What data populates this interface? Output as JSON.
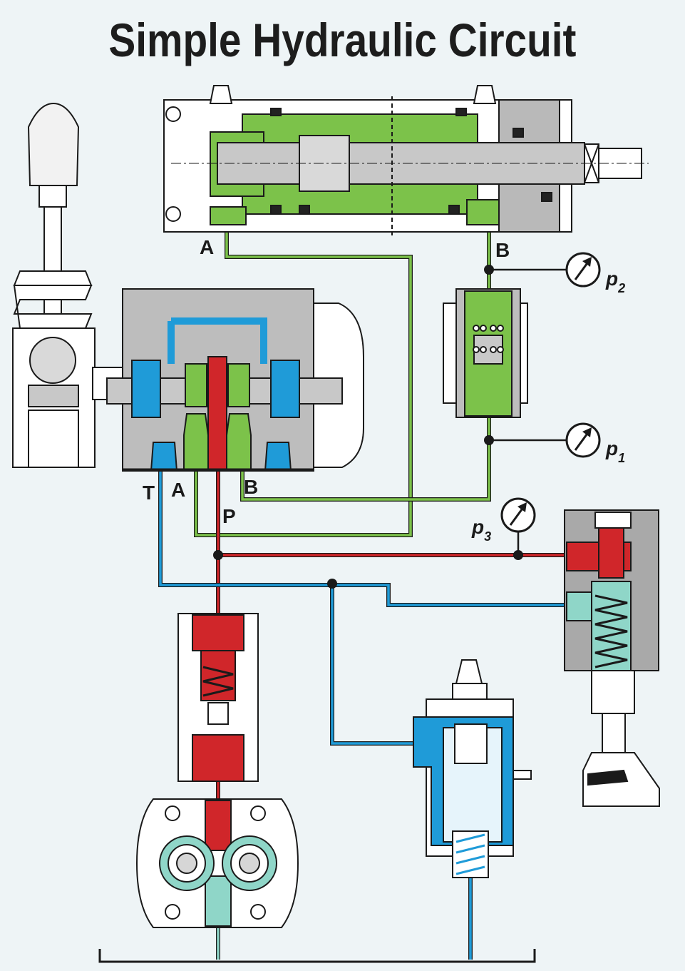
{
  "title": "Simple Hydraulic Circuit",
  "ports": {
    "cylinder_a": "A",
    "cylinder_b": "B",
    "valve_t": "T",
    "valve_a": "A",
    "valve_b": "B",
    "valve_p": "P"
  },
  "gauges": [
    {
      "sym": "p",
      "sub": "2"
    },
    {
      "sym": "p",
      "sub": "1"
    },
    {
      "sym": "p",
      "sub": "3"
    }
  ],
  "colors": {
    "pressure_line": "#d0262a",
    "return_line": "#1f9bd8",
    "work_line": "#7cc24a",
    "suction_line": "#8fd6c8",
    "body_grey": "#bdbdbd"
  },
  "components": [
    "hydraulic-cylinder",
    "directional-control-valve",
    "hand-lever",
    "check-valve",
    "pressure-relief-valve",
    "return-filter",
    "gear-pump",
    "tank"
  ]
}
